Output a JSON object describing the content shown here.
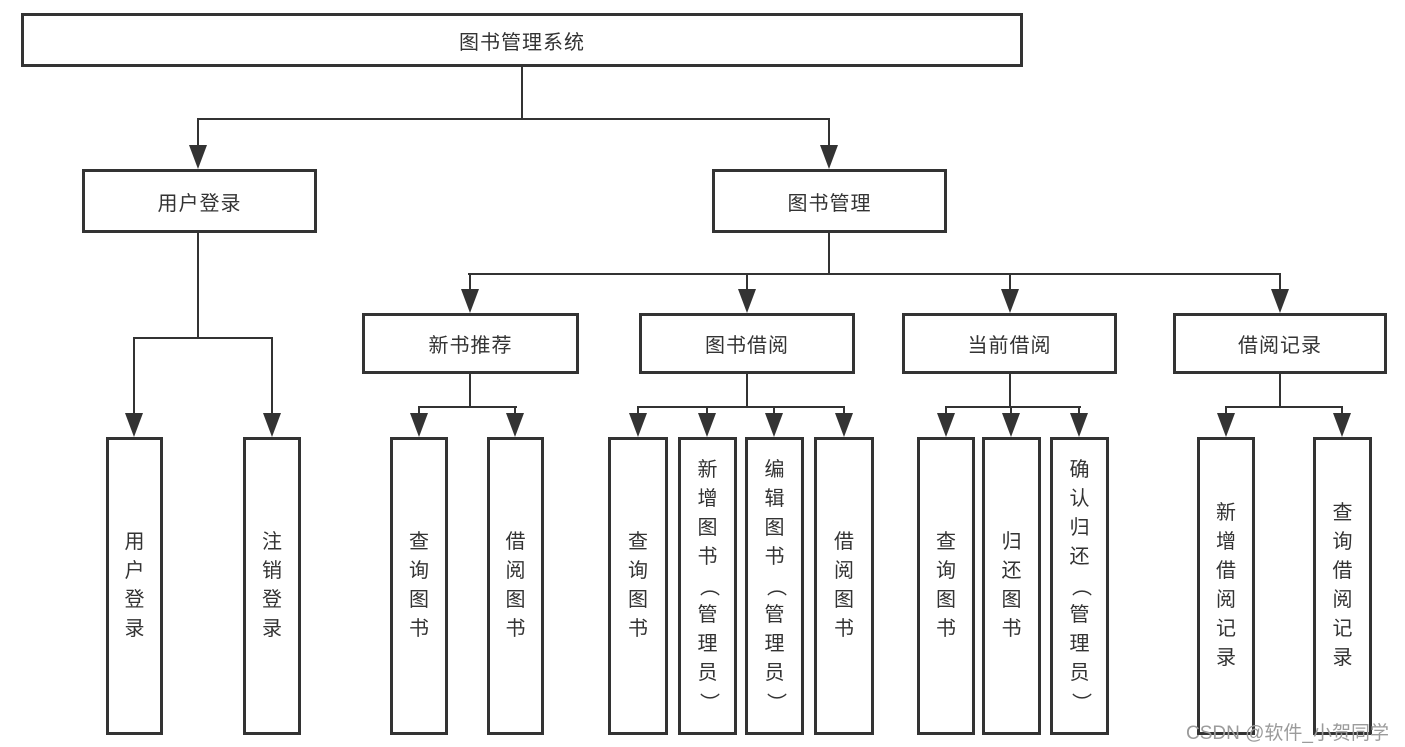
{
  "tree": {
    "root": "图书管理系统",
    "user": {
      "label": "用户登录",
      "children": {
        "login": "用户登录",
        "logout": "注销登录"
      }
    },
    "book": {
      "label": "图书管理",
      "children": {
        "new": {
          "label": "新书推荐",
          "children": {
            "query": "查询图书",
            "borrow": "借阅图书"
          }
        },
        "borrow": {
          "label": "图书借阅",
          "children": {
            "query": "查询图书",
            "add": "新增图书（管理员）",
            "edit": "编辑图书（管理员）",
            "borrow": "借阅图书"
          }
        },
        "current": {
          "label": "当前借阅",
          "children": {
            "query": "查询图书",
            "return": "归还图书",
            "confirm": "确认归还（管理员）"
          }
        },
        "record": {
          "label": "借阅记录",
          "children": {
            "add": "新增借阅记录",
            "query": "查询借阅记录"
          }
        }
      }
    }
  },
  "watermark": "CSDN @软件_小贺同学",
  "colors": {
    "line": "#333333",
    "text": "#333333",
    "watermark": "#9b9b9b",
    "background": "#ffffff"
  }
}
